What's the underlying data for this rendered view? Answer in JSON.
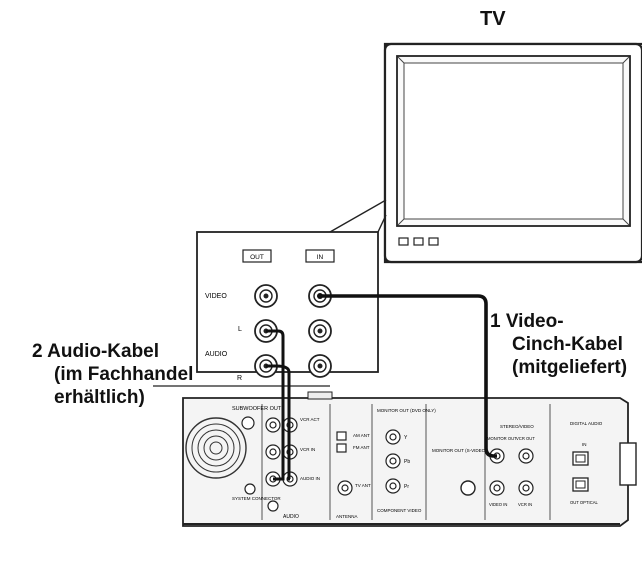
{
  "labels": {
    "tv": "TV",
    "video_cable": [
      "1  Video-",
      "Cinch-Kabel",
      "(mitgeliefert)"
    ],
    "audio_cable": [
      "2  Audio-Kabel",
      "(im Fachhandel",
      "erhältlich)"
    ]
  },
  "tv_panel": {
    "out": "OUT",
    "in": "IN",
    "video": "VIDEO",
    "l": "L",
    "audio": "AUDIO",
    "r": "R"
  },
  "receiver": {
    "subwoofer_out": "SUBWOOFER OUT",
    "vcr_act": "VCR ACT",
    "vcr_in": "VCR IN",
    "audio_in": "AUDIO IN",
    "am_ant": "AM ANT",
    "fm_ant": "FM ANT",
    "tv_ant": "TV ANT",
    "antenna": "ANTENNA",
    "system_connector": "SYSTEM CONNECTOR",
    "audio": "AUDIO",
    "monitor_out_dvd_only": "MONITOR OUT (DVD ONLY)",
    "monitor_out_s_video": "MONITOR OUT (S-VIDEO)",
    "component_video": "COMPONENT VIDEO",
    "stereo_video": "STEREO/VIDEO",
    "monitor_out": "MONITOR OUT",
    "vcr_out": "VCR OUT",
    "video_in": "VIDEO IN",
    "vcr_in2": "VCR IN",
    "digital_audio": "DIGITAL AUDIO",
    "optical_in": "IN",
    "optical_out": "OUT OPTICAL",
    "y": "Y",
    "pb": "Pb",
    "pr": "Pr"
  }
}
